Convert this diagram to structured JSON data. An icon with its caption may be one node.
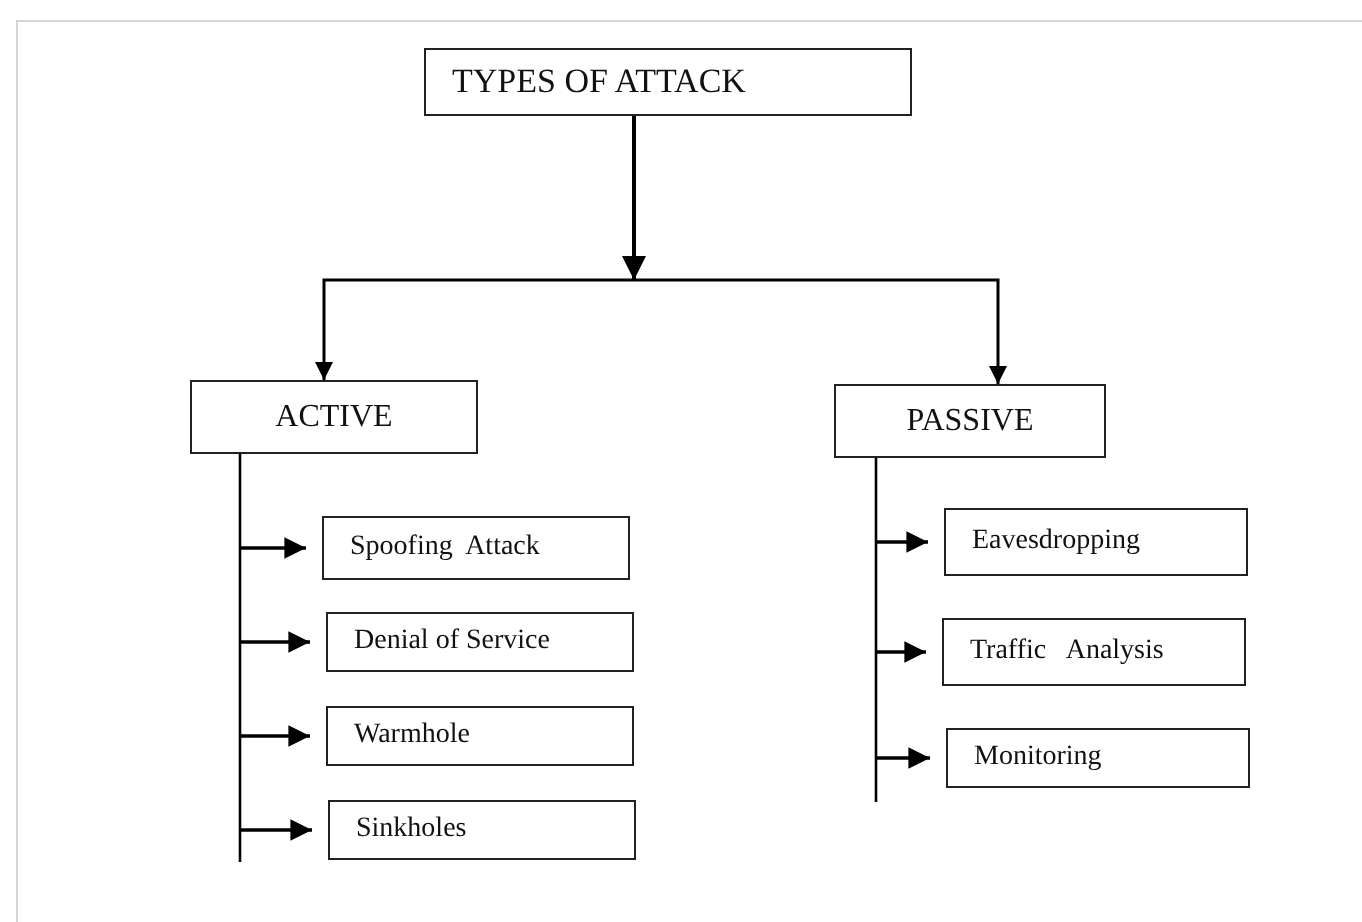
{
  "diagram": {
    "nodes": [
      {
        "text": [
          "TYPES OF ATTACK"
        ]
      },
      {
        "text": [
          "ACTIVE"
        ]
      },
      {
        "text": [
          "PASSIVE"
        ]
      },
      {
        "text": [
          "Spoofing  Attack"
        ]
      },
      {
        "text": [
          "Denial of Service"
        ]
      },
      {
        "text": [
          "Warmhole"
        ]
      },
      {
        "text": [
          "Sinkholes"
        ]
      },
      {
        "text": [
          "Eavesdropping"
        ]
      },
      {
        "text": [
          "Traffic   Analysis"
        ]
      },
      {
        "text": [
          "Monitoring"
        ]
      }
    ],
    "edges": [
      {
        "from": 0,
        "to": 1,
        "arrow": "to"
      },
      {
        "from": 0,
        "to": 2,
        "arrow": "to"
      },
      {
        "from": 1,
        "to": 3,
        "arrow": "to"
      },
      {
        "from": 1,
        "to": 4,
        "arrow": "to"
      },
      {
        "from": 1,
        "to": 5,
        "arrow": "to"
      },
      {
        "from": 1,
        "to": 6,
        "arrow": "to"
      },
      {
        "from": 2,
        "to": 7,
        "arrow": "to"
      },
      {
        "from": 2,
        "to": 8,
        "arrow": "to"
      },
      {
        "from": 2,
        "to": 9,
        "arrow": "to"
      }
    ]
  }
}
